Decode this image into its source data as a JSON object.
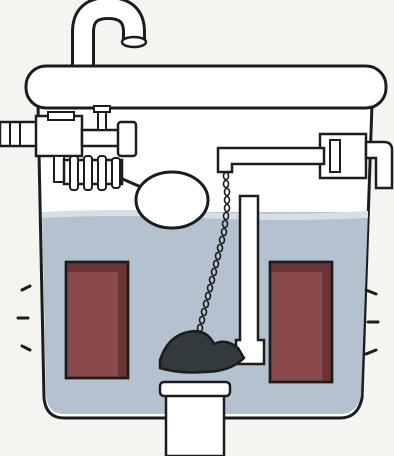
{
  "illustration": {
    "subject": "toilet-tank-cutaway",
    "colors": {
      "background": "#f4f4f1",
      "outline": "#1c1c1c",
      "porcelain": "#ffffff",
      "water": "#b4c2cf",
      "water_surface": "#d6dee6",
      "brick": "#8a4a4c",
      "brick_shadow": "#6b3436",
      "flapper": "#333a3c",
      "pipe": "#ffffff"
    },
    "parts": {
      "spout": "curved-pipe",
      "lid": "tank-lid",
      "inlet_valve": "fill-valve",
      "float_ball": "float",
      "flush_lever": "handle",
      "lift_chain": "chain",
      "overflow_tube": "overflow-pipe",
      "flapper": "flapper-valve",
      "bricks": [
        "brick-left",
        "brick-right"
      ],
      "outlet": "flush-pipe"
    },
    "labels": {}
  }
}
